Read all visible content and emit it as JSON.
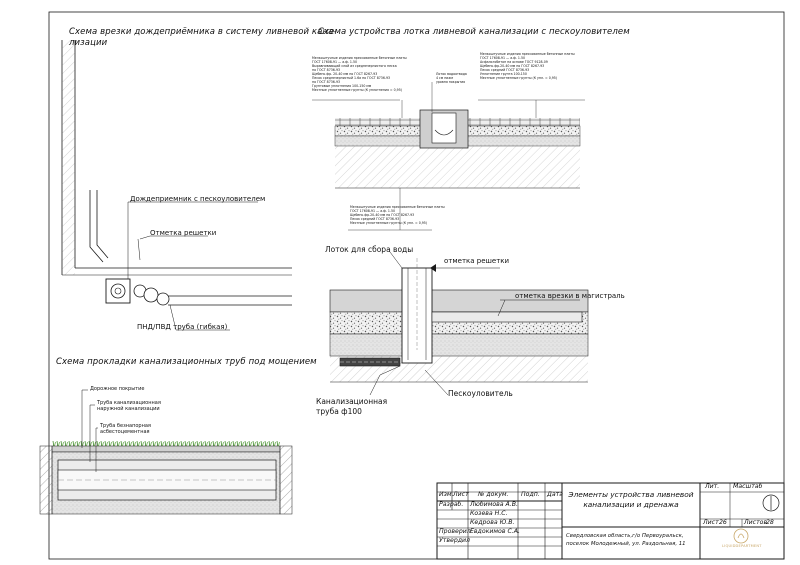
{
  "titles": {
    "insertion": "Схема врезки дождеприёмника в систему ливневой кана-",
    "insertion_cont": "лизации",
    "tray": "Схема устройства лотка ливневой канализации с пескоуловителем",
    "laying": "Схема прокладки канализационных труб под мощением"
  },
  "insertion_labels": {
    "receiver": "Дождеприемник с пескоуловителем",
    "grate_level": "Отметка решетки",
    "pipe": "ПНД/ПВД труба (гибкая)"
  },
  "laying_labels": {
    "road": "Дорожное покрытие",
    "sewer_pipe_1": "Труба канализационная",
    "sewer_pipe_2": "наружной канализации",
    "asbestos_1": "Труба безнапорная",
    "asbestos_2": "асбестоцементная"
  },
  "tray_labels": {
    "collector": "Лоток для сбора воды",
    "grate_level": "отметка решетки",
    "insertion_level": "отметка врезки в магистраль",
    "sewer_pipe_1": "Канализационная",
    "sewer_pipe_2": "труба ф100",
    "sand_trap": "Пескоуловитель"
  },
  "tray_notes": {
    "left_block": [
      "Мелкоштучные изделия прессованные бетонные плиты",
      "ГОСТ 17608-91 — а.ф. 1.50",
      "Выравнивающий слой из среднезернистого песка",
      "по ГОСТ 8736-93",
      "Щебень фр. 20-40 мм по ГОСТ 8267-93",
      "Песок среднезернистый 1.6а по ГОСТ 8736-93",
      "по ГОСТ 8736-93",
      "Грунтовые уплотнения 100-150 мм",
      "Местные уплотненные грунты (К уплотнения = 0,95)"
    ],
    "mid_note": [
      "Лоток водоотвода",
      "4 см ниже",
      "уровня покрытия"
    ],
    "right_block": [
      "Мелкоштучные изделия прессованные бетонные плиты",
      "ГОСТ 17608-91 — а.ф. 1.50",
      "Асфальтобетон на основе ГОСТ 9128-09",
      "Щебень фр.20-40 мм по ГОСТ 8267-93",
      "Песок средний ГОСТ 8736-93",
      "Уплотнение грунта 100-150",
      "Местные уплотненные грунты (К упл. = 0,95)"
    ],
    "lower_block": [
      "Мелкоштучные изделия прессованные бетонные плиты",
      "ГОСТ 17608-91 — а.ф. 1.50",
      "Щебень фр.20-40 мм по ГОСТ 8267-93",
      "Песок средний ГОСТ 8736-93",
      "Местные уплотненные грунты (К упл. = 0,95)"
    ]
  },
  "title_block": {
    "headers": [
      "Изм.",
      "Лист",
      "№ докум.",
      "Подп.",
      "Дата"
    ],
    "roles": [
      "Разраб.",
      "",
      "",
      "Проверил",
      "Утвердил"
    ],
    "names": [
      "Любимова А.В.",
      "Козева Н.С.",
      "Кедрова Ю.В.",
      "Евдокимов С.А.",
      ""
    ],
    "drawing_name": "Элементы устройства ливневой канализации и дренажа",
    "address": "Свердловская область,г/о Первоуральск, поселок Молодежный, ул. Раздольная, 11",
    "lit_label": "Лит.",
    "scale_label": "Масштаб",
    "sheet_label": "Лист",
    "sheet_value": "26",
    "sheets_label": "Листов",
    "sheets_value": "28",
    "logo_text": "LIQUIDDEPARTMENT"
  },
  "colors": {
    "line": "#1a1a1a",
    "concrete": "#d9d9d9",
    "soil": "#bdbdbd",
    "grass": "#4b9a2f",
    "logo": "#c9a86a"
  }
}
